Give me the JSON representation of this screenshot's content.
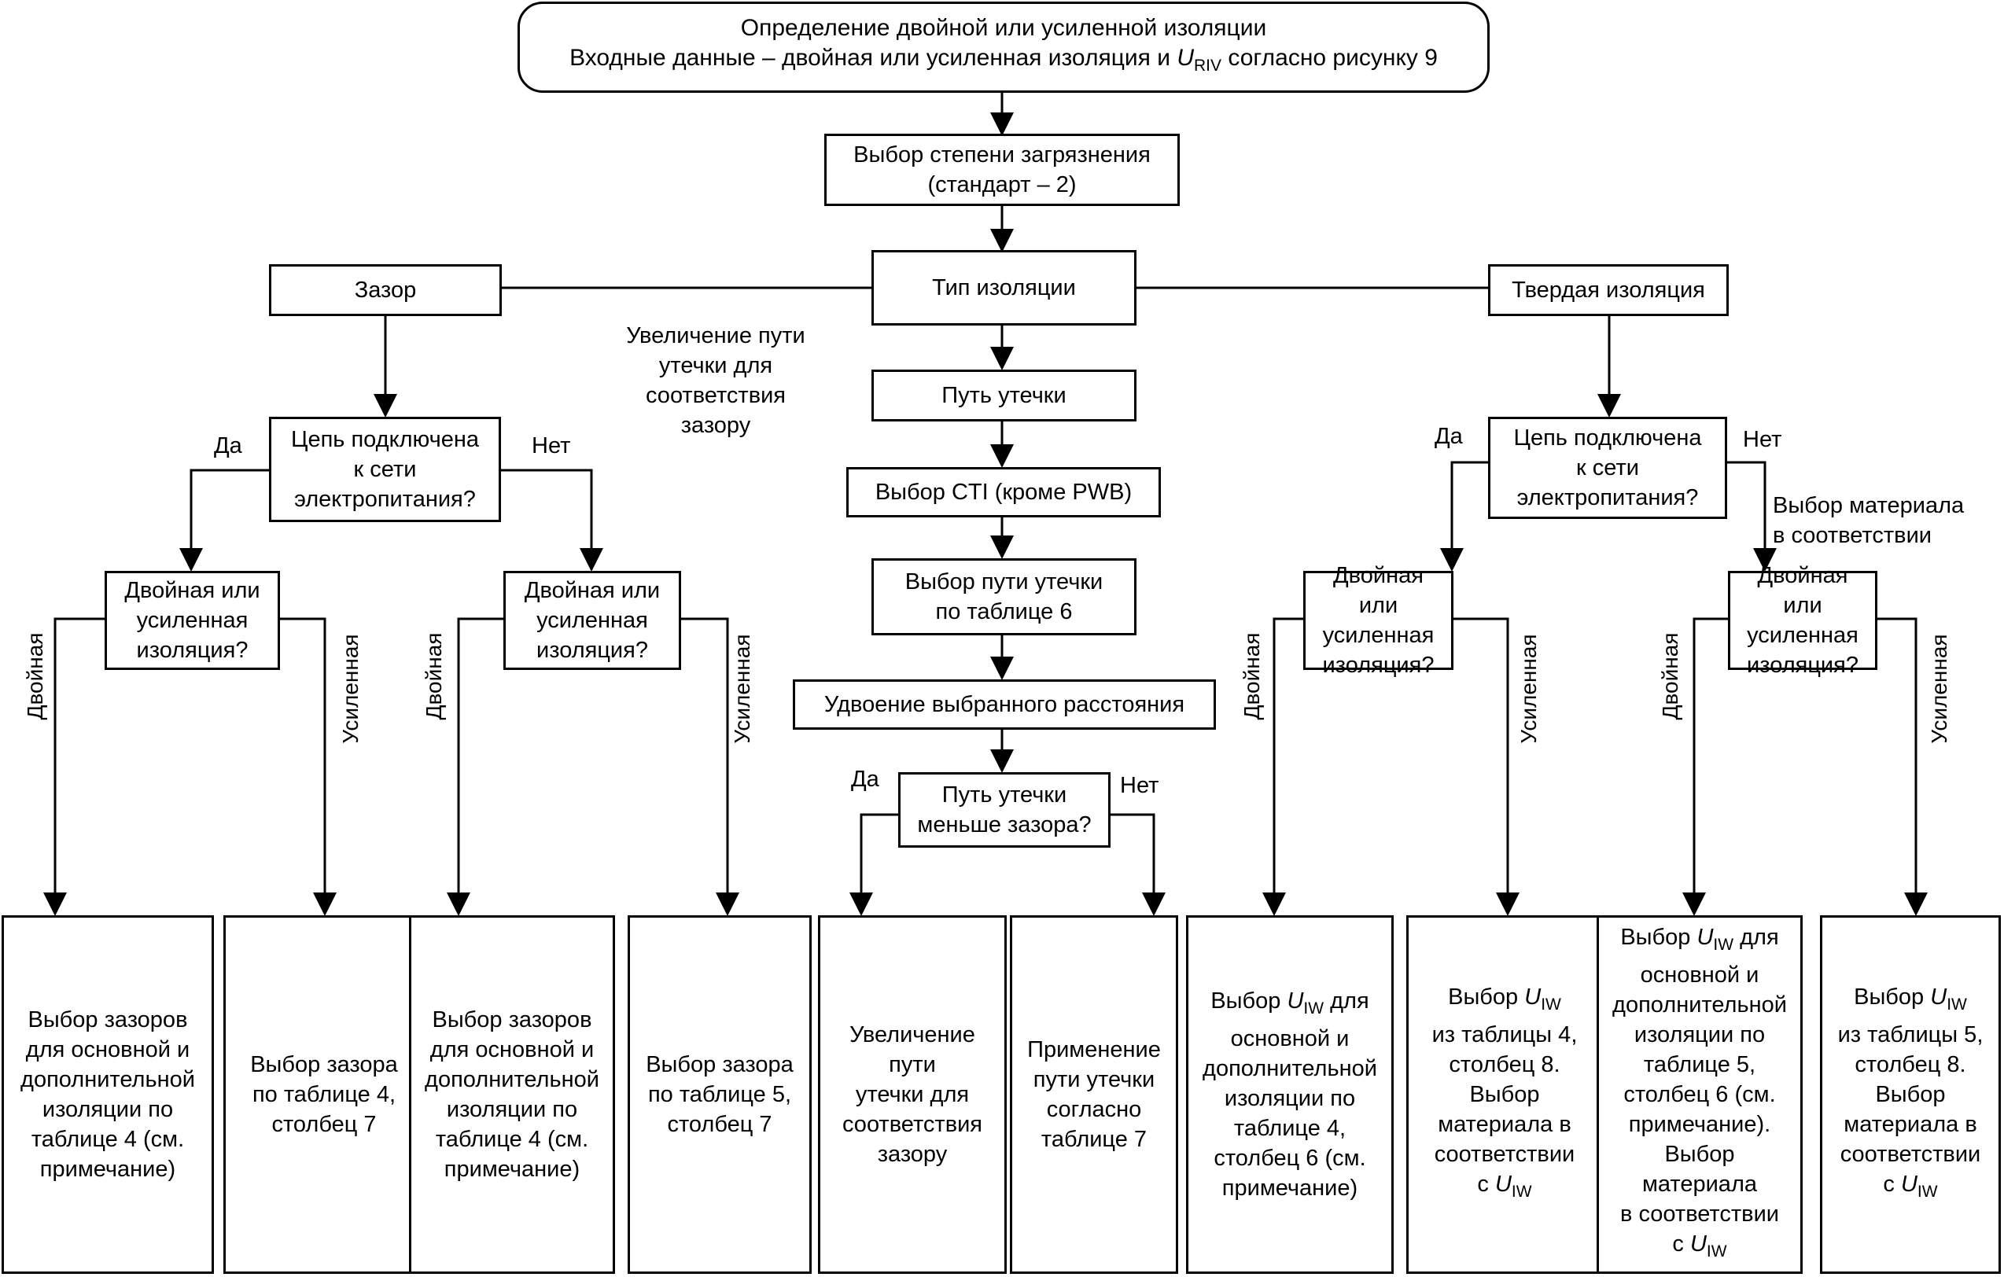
{
  "top": {
    "line1": "Определение двойной или усиленной изоляции",
    "line2_pre": "Входные данные – двойная или усиленная изоляция и ",
    "line2_u": "U",
    "line2_sub": "RIV",
    "line2_post": " согласно рисунку 9"
  },
  "pollution": {
    "line1": "Выбор степени загрязнения",
    "line2": "(стандарт – 2)"
  },
  "insulation_type": "Тип изоляции",
  "clearance": "Зазор",
  "solid": "Твердая изоляция",
  "creepage_note": {
    "l1": "Увеличение пути",
    "l2": "утечки для",
    "l3": "соответствия",
    "l4": "зазору"
  },
  "creepage": "Путь утечки",
  "cti": "Выбор CTI (кроме PWB)",
  "creepage_table": {
    "l1": "Выбор пути утечки",
    "l2": "по таблице 6"
  },
  "doubling": "Удвоение выбранного расстояния",
  "creep_less": {
    "l1": "Путь утечки",
    "l2": "меньше зазора?"
  },
  "mains": {
    "l1": "Цепь подключена",
    "l2": "к сети",
    "l3": "электропитания?"
  },
  "dbl_or_reinf": {
    "l1": "Двойная или",
    "l2": "усиленная",
    "l3": "изоляция?"
  },
  "labels": {
    "yes": "Да",
    "no": "Нет",
    "double": "Двойная",
    "reinforced": "Усиленная",
    "material_sel": {
      "l1": "Выбор материала",
      "l2": "в соответствии"
    }
  },
  "results": {
    "r1": {
      "l1": "Выбор зазоров",
      "l2": "для основной и",
      "l3": "дополнительной",
      "l4": "изоляции по",
      "l5": "таблице 4 (см.",
      "l6": "примечание)"
    },
    "r2": {
      "l1": "Выбор зазора",
      "l2": "по таблице 4,",
      "l3": "столбец 7"
    },
    "r3": {
      "l1": "Выбор зазоров",
      "l2": "для основной и",
      "l3": "дополнительной",
      "l4": "изоляции по",
      "l5": "таблице 4 (см.",
      "l6": "примечание)"
    },
    "r4": {
      "l1": "Выбор зазора",
      "l2": "по таблице 5,",
      "l3": "столбец 7"
    },
    "r5": {
      "l1": "Увеличение",
      "l2": "пути",
      "l3": "утечки для",
      "l4": "соответствия",
      "l5": "зазору"
    },
    "r6": {
      "l1": "Применение",
      "l2": "пути утечки",
      "l3": "согласно",
      "l4": "таблице 7"
    },
    "r7": {
      "l1_pre": "Выбор ",
      "u": "U",
      "sub": "IW",
      "l1_post": " для",
      "l2": "основной и",
      "l3": "дополнительной",
      "l4": "изоляции по",
      "l5": "таблице 4,",
      "l6": "столбец 6 (см.",
      "l7": "примечание)"
    },
    "r8": {
      "l1_pre": "Выбор ",
      "u": "U",
      "sub": "IW",
      "l2": "из таблицы 4,",
      "l3": "столбец 8.",
      "l4": "Выбор",
      "l5": "материала в",
      "l6": "соответствии",
      "l7_pre": "с "
    },
    "r9": {
      "l1_pre": "Выбор ",
      "u": "U",
      "sub": "IW",
      "l1_post": " для",
      "l2": "основной и",
      "l3": "дополнительной",
      "l4": "изоляции по",
      "l5": "таблице 5,",
      "l6": "столбец 6 (см.",
      "l7": "примечание).",
      "l8": "Выбор",
      "l9": "материала",
      "l10": "в соответствии",
      "l11_pre": "с "
    },
    "r10": {
      "l1_pre": "Выбор ",
      "u": "U",
      "sub": "IW",
      "l2": "из таблицы 5,",
      "l3": "столбец 8.",
      "l4": "Выбор",
      "l5": "материала в",
      "l6": "соответствии",
      "l7_pre": "с "
    }
  }
}
